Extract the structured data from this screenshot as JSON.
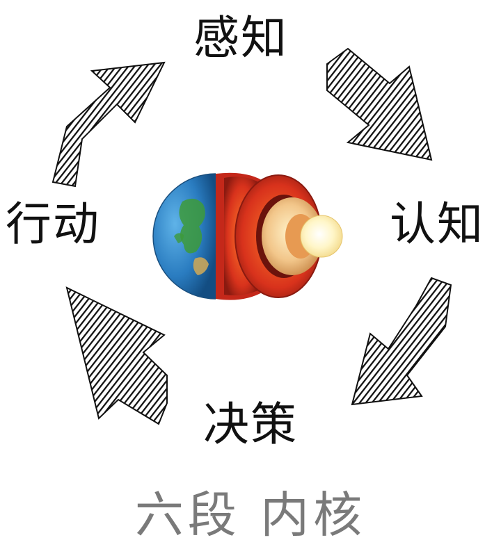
{
  "diagram": {
    "nodes": {
      "top": "感知",
      "right": "认知",
      "bottom": "决策",
      "left": "行动"
    },
    "subtitle": "六段 内核",
    "center_graphic": "earth-core-cutaway",
    "arrow_style": "hatched-black",
    "colors": {
      "arrow": "#111111",
      "label_text": "#111111",
      "subtitle_text": "#7a7a7a",
      "crust_red": "#d8321c",
      "inner_core_glow": "#fff6c8",
      "ocean_blue": "#2a7cc0",
      "land_green": "#3d9a3a"
    }
  }
}
